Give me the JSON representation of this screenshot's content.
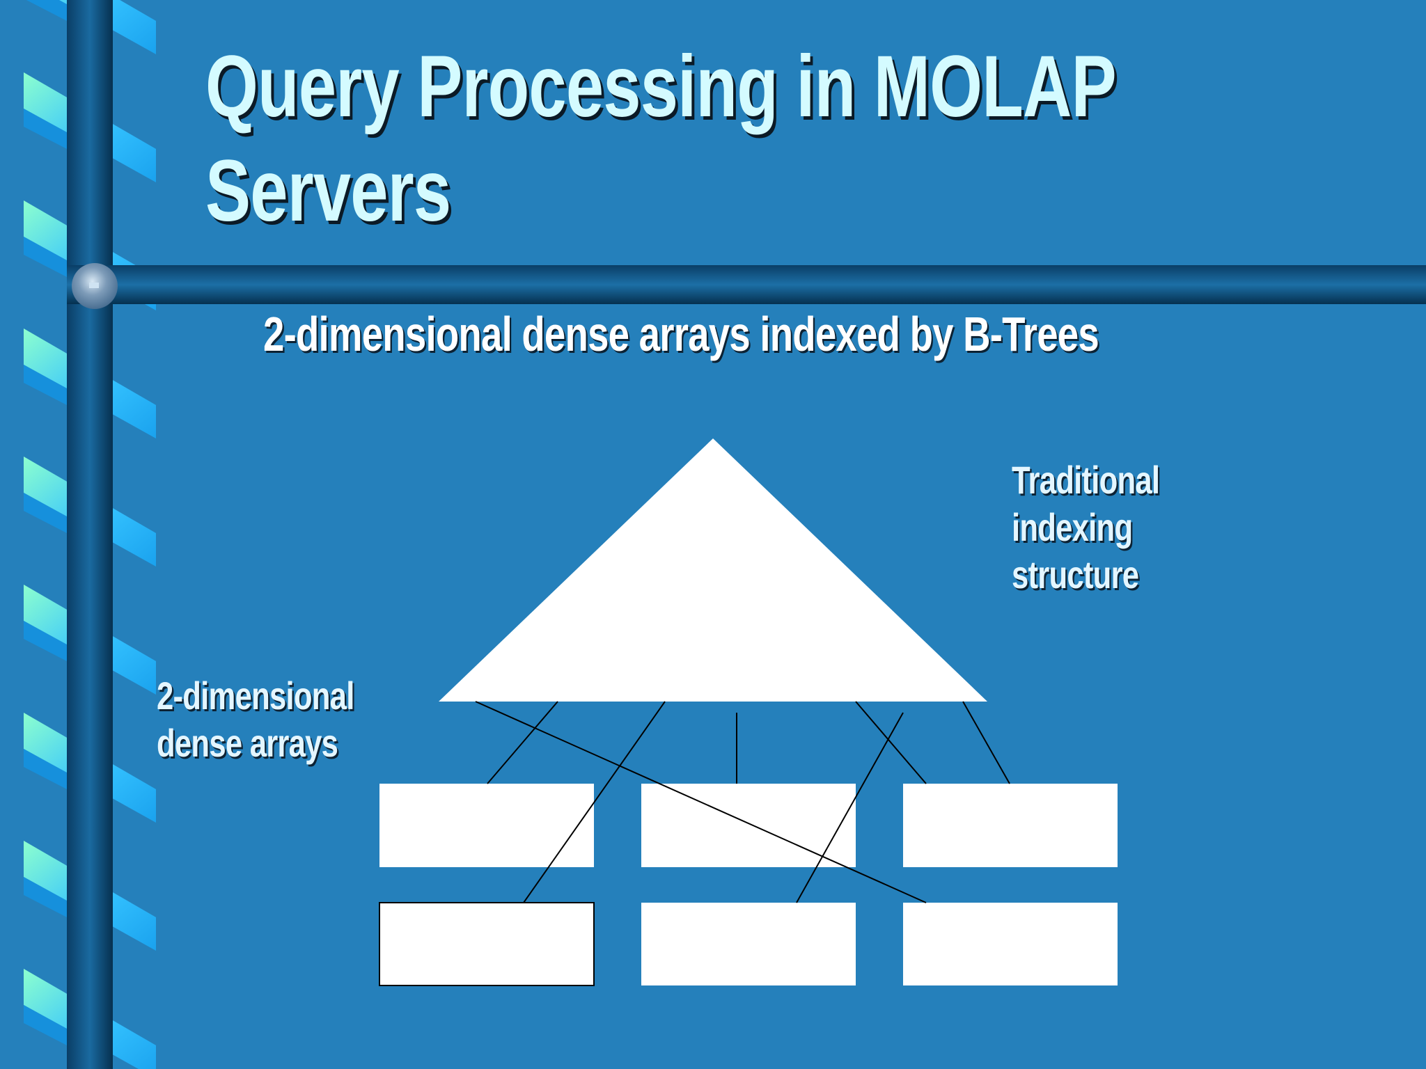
{
  "slide": {
    "title_line1": "Query Processing in MOLAP",
    "title_line2": "Servers",
    "subtitle": "2-dimensional dense arrays indexed by B-Trees"
  },
  "diagram": {
    "index_label": [
      "Traditional",
      "indexing",
      "structure"
    ],
    "arrays_label": [
      "2-dimensional",
      "dense arrays"
    ],
    "index_shape": "triangle",
    "array_blocks_count": 6
  },
  "colors": {
    "background": "#2580bb",
    "title": "#d4fbff",
    "text": "#ffffff",
    "shapes": "#ffffff",
    "lines": "#000000",
    "ribbon_light": "#7fffd0",
    "ribbon_dark": "#0a3e66"
  }
}
